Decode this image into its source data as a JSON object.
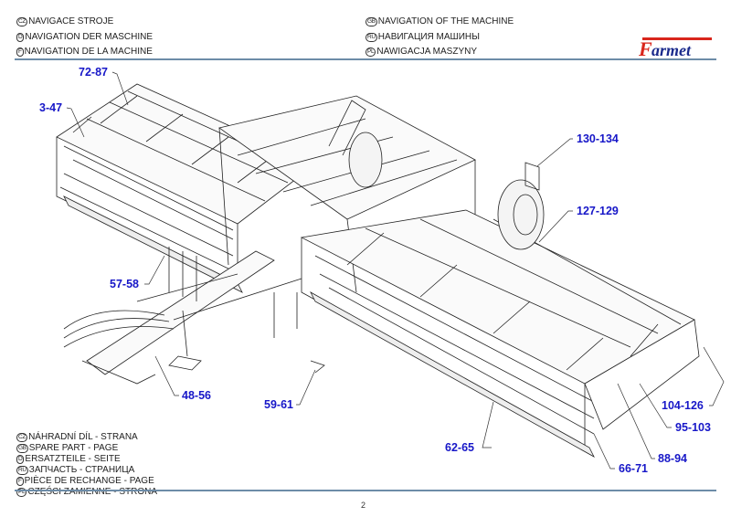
{
  "header": {
    "left": [
      {
        "code": "CZ",
        "text": "NAVIGACE STROJE"
      },
      {
        "code": "D",
        "text": "NAVIGATION DER MASCHINE"
      },
      {
        "code": "F",
        "text": "NAVIGATION DE LA MACHINE"
      }
    ],
    "right": [
      {
        "code": "GB",
        "text": "NAVIGATION OF THE MACHINE"
      },
      {
        "code": "RU",
        "text": "НАВИГАЦИЯ МАШИНЫ"
      },
      {
        "code": "PL",
        "text": "NAWIGACJA MASZYNY"
      }
    ],
    "logo_text": "Farmet",
    "logo_color": "#d9261c",
    "logo_bar_color": "#d9261c"
  },
  "callouts": [
    {
      "id": "c1",
      "label": "72-87"
    },
    {
      "id": "c2",
      "label": "3-47"
    },
    {
      "id": "c3",
      "label": "130-134"
    },
    {
      "id": "c4",
      "label": "127-129"
    },
    {
      "id": "c5",
      "label": "57-58"
    },
    {
      "id": "c6",
      "label": "48-56"
    },
    {
      "id": "c7",
      "label": "59-61"
    },
    {
      "id": "c8",
      "label": "104-126"
    },
    {
      "id": "c9",
      "label": "95-103"
    },
    {
      "id": "c10",
      "label": "62-65"
    },
    {
      "id": "c11",
      "label": "88-94"
    },
    {
      "id": "c12",
      "label": "66-71"
    }
  ],
  "callout_color": "#1717c8",
  "legend": [
    {
      "code": "CZ",
      "text": "NÁHRADNÍ DÍL - STRANA"
    },
    {
      "code": "GB",
      "text": "SPARE PART - PAGE"
    },
    {
      "code": "D",
      "text": "ERSATZTEILE - SEITE"
    },
    {
      "code": "RU",
      "text": "ЗАПЧАСТЬ - СТРАНИЦА"
    },
    {
      "code": "F",
      "text": "PIÈCE DE RECHANGE - PAGE"
    },
    {
      "code": "PL",
      "text": "CZĘŚCI ZAMIENNE - STRONA"
    }
  ],
  "footer": {
    "page_number": "2"
  },
  "rule_color": "#6d8ca8"
}
